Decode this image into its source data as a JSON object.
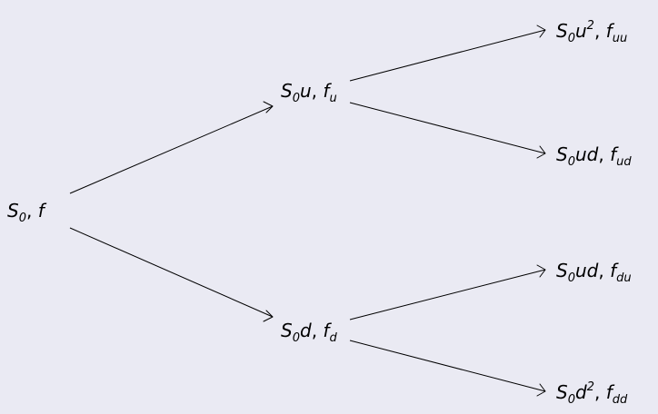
{
  "nodes": {
    "root": {
      "base": "S",
      "base_sub": "0",
      "mult": "",
      "mult_sup": "",
      "sep": ", ",
      "fn": "f",
      "fn_sub": ""
    },
    "u": {
      "base": "S",
      "base_sub": "0",
      "mult": "u",
      "mult_sup": "",
      "sep": ", ",
      "fn": "f",
      "fn_sub": "u"
    },
    "d": {
      "base": "S",
      "base_sub": "0",
      "mult": "d",
      "mult_sup": "",
      "sep": ", ",
      "fn": "f",
      "fn_sub": "d"
    },
    "uu": {
      "base": "S",
      "base_sub": "0",
      "mult": "u",
      "mult_sup": "2",
      "sep": ", ",
      "fn": "f",
      "fn_sub": "uu"
    },
    "ud": {
      "base": "S",
      "base_sub": "0",
      "mult": "ud",
      "mult_sup": "",
      "sep": ", ",
      "fn": "f",
      "fn_sub": "ud"
    },
    "du": {
      "base": "S",
      "base_sub": "0",
      "mult": "ud",
      "mult_sup": "",
      "sep": ", ",
      "fn": "f",
      "fn_sub": "du"
    },
    "dd": {
      "base": "S",
      "base_sub": "0",
      "mult": "d",
      "mult_sup": "2",
      "sep": ", ",
      "fn": "f",
      "fn_sub": "dd"
    }
  },
  "colors": {
    "background": "#eaeaf3",
    "ink": "#000000"
  }
}
